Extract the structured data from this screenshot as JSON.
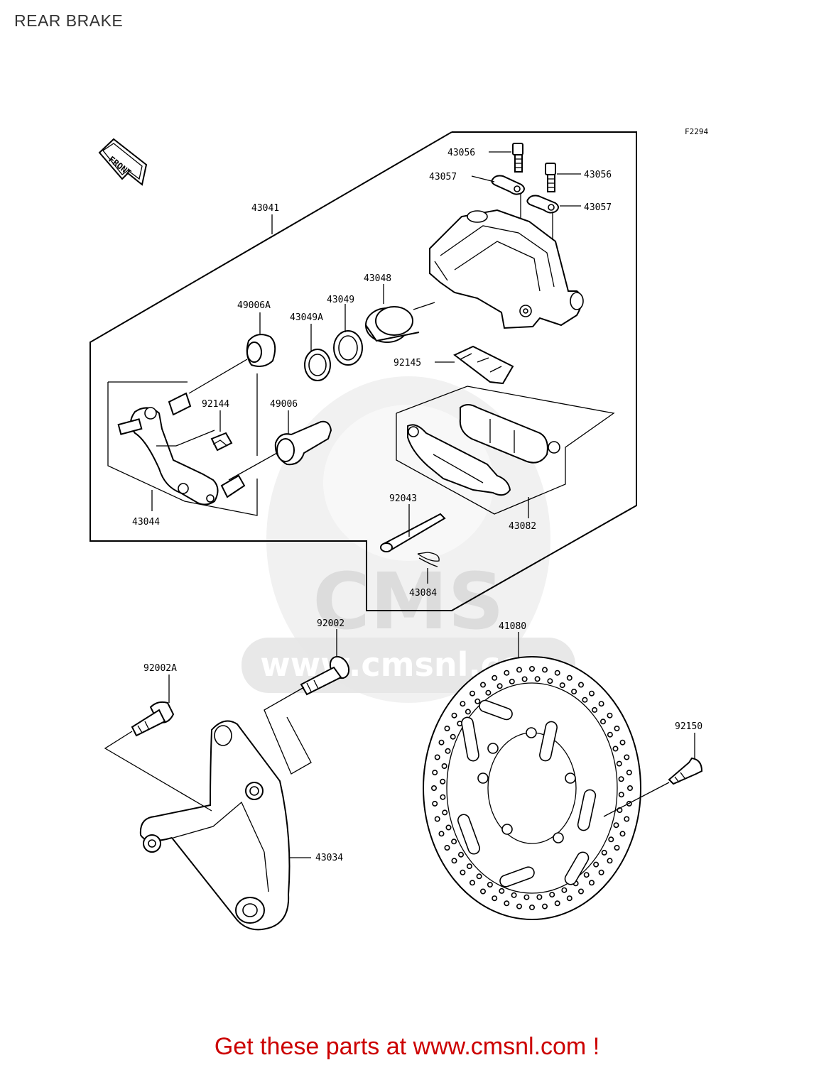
{
  "page": {
    "title": "REAR BRAKE",
    "footer": "Get these parts at www.cmsnl.com !"
  },
  "diagram": {
    "figure_code": "F2294",
    "front_label": "FRONT",
    "watermark": {
      "text": "www.cmsnl.com",
      "letters": "CMS"
    },
    "labels": {
      "p43041": "43041",
      "p43056a": "43056",
      "p43057a": "43057",
      "p43056b": "43056",
      "p43057b": "43057",
      "p43048": "43048",
      "p43049": "43049",
      "p43049A": "43049A",
      "p49006A": "49006A",
      "p92145": "92145",
      "p92144": "92144",
      "p49006": "49006",
      "p43044": "43044",
      "p92043": "92043",
      "p43082": "43082",
      "p43084": "43084",
      "p92002": "92002",
      "p41080": "41080",
      "p92002A": "92002A",
      "p92150": "92150",
      "p43034": "43034"
    }
  }
}
